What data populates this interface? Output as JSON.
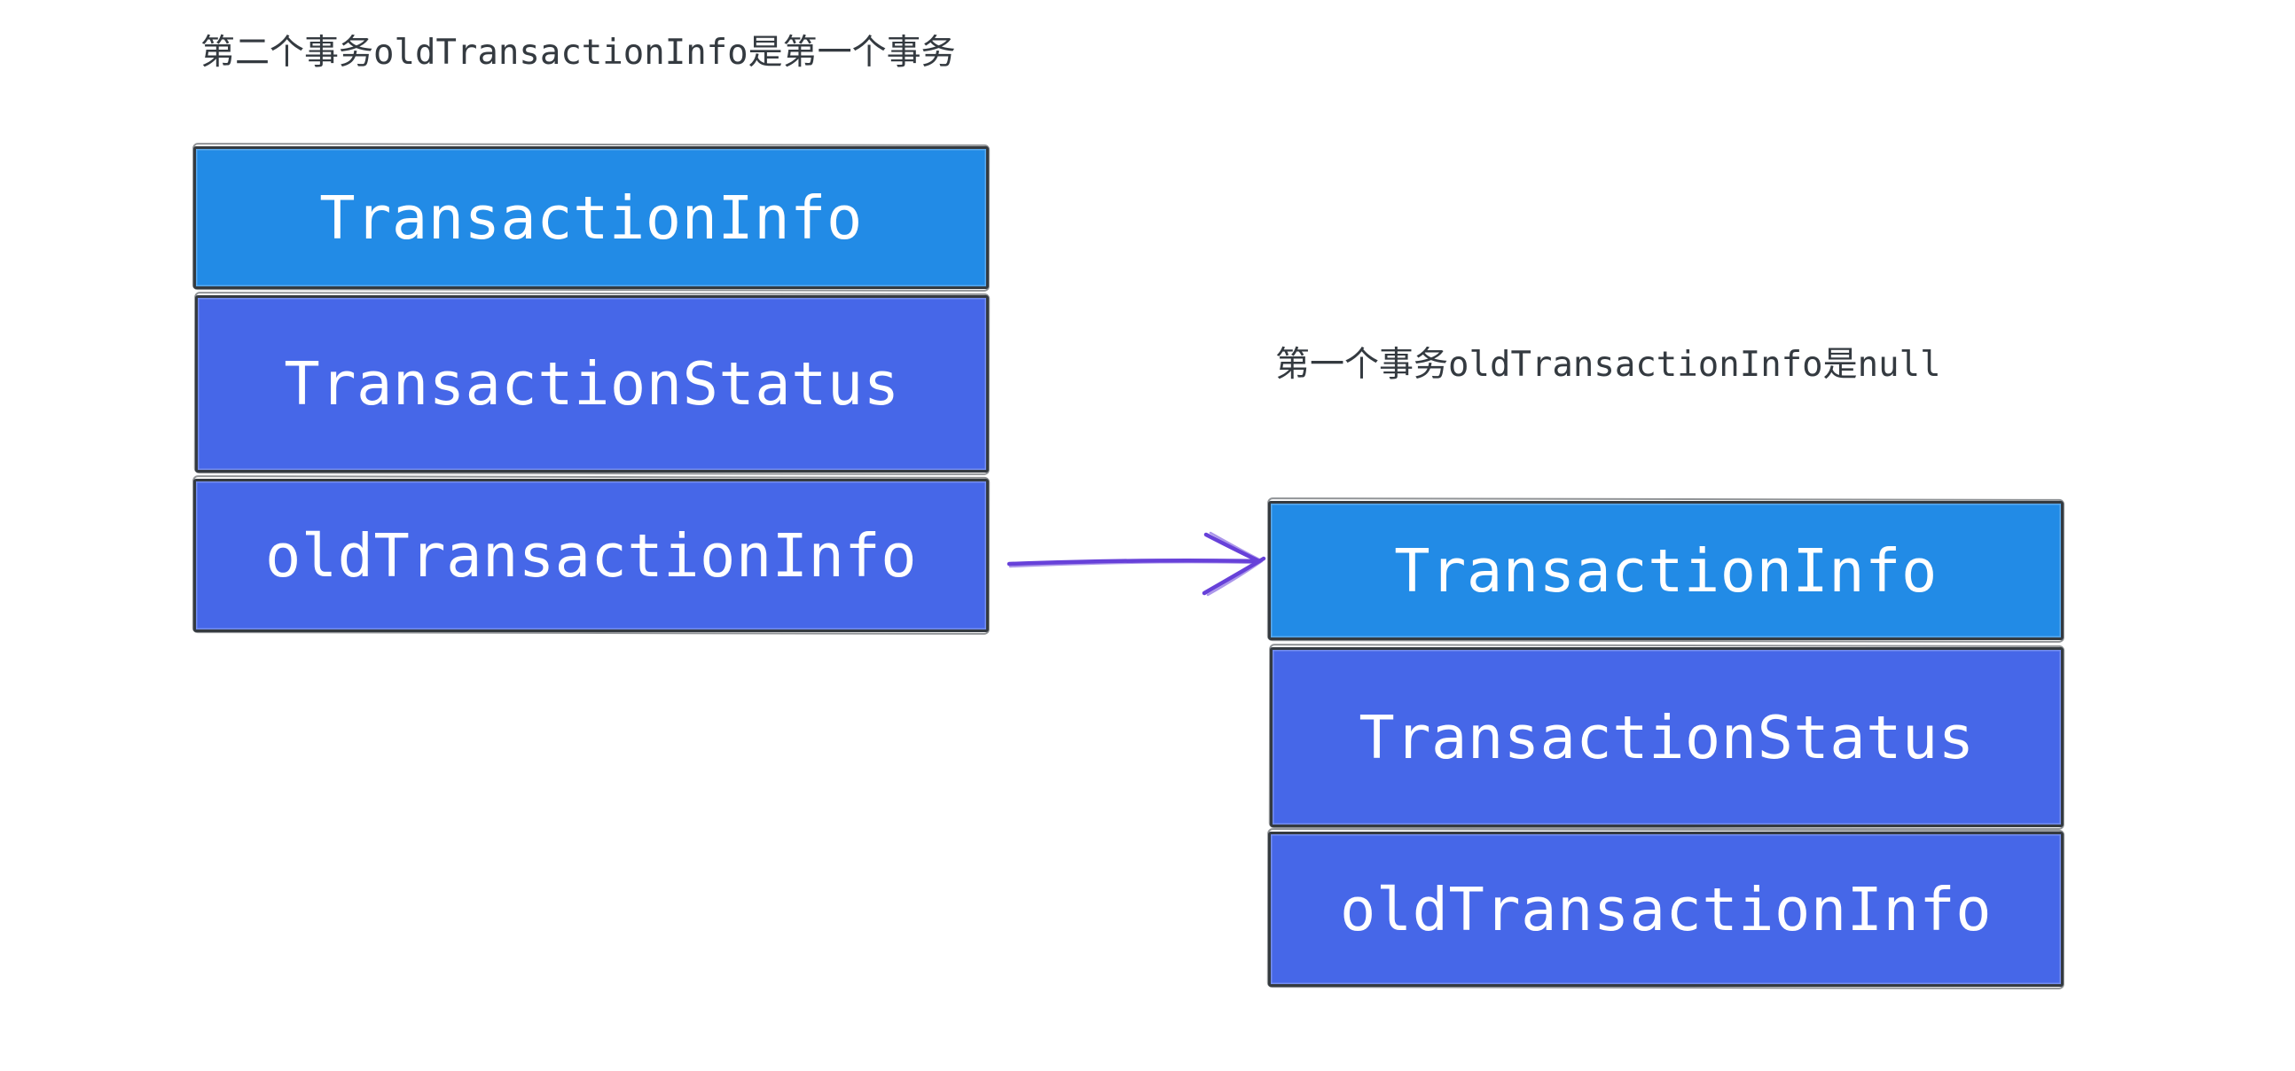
{
  "canvas": {
    "background": "#ffffff"
  },
  "colors": {
    "canvas_bg": "#ffffff",
    "node_blue": "#228be6",
    "node_indigo": "#4667e8",
    "node_border": "#343a40",
    "node_text": "#ffffff",
    "caption_text": "#343a40",
    "arrow_violet": "#6741d9"
  },
  "left_group": {
    "caption": "第二个事务oldTransactionInfo是第一个事务",
    "boxes": [
      {
        "label": "TransactionInfo",
        "fill": "blue"
      },
      {
        "label": "TransactionStatus",
        "fill": "indigo"
      },
      {
        "label": "oldTransactionInfo",
        "fill": "indigo"
      }
    ]
  },
  "right_group": {
    "caption": "第一个事务oldTransactionInfo是null",
    "boxes": [
      {
        "label": "TransactionInfo",
        "fill": "blue"
      },
      {
        "label": "TransactionStatus",
        "fill": "indigo"
      },
      {
        "label": "oldTransactionInfo",
        "fill": "indigo"
      }
    ]
  },
  "arrow": {
    "from": "left_group.oldTransactionInfo",
    "to": "right_group.TransactionInfo",
    "direction": "right",
    "color": "#6741d9"
  }
}
